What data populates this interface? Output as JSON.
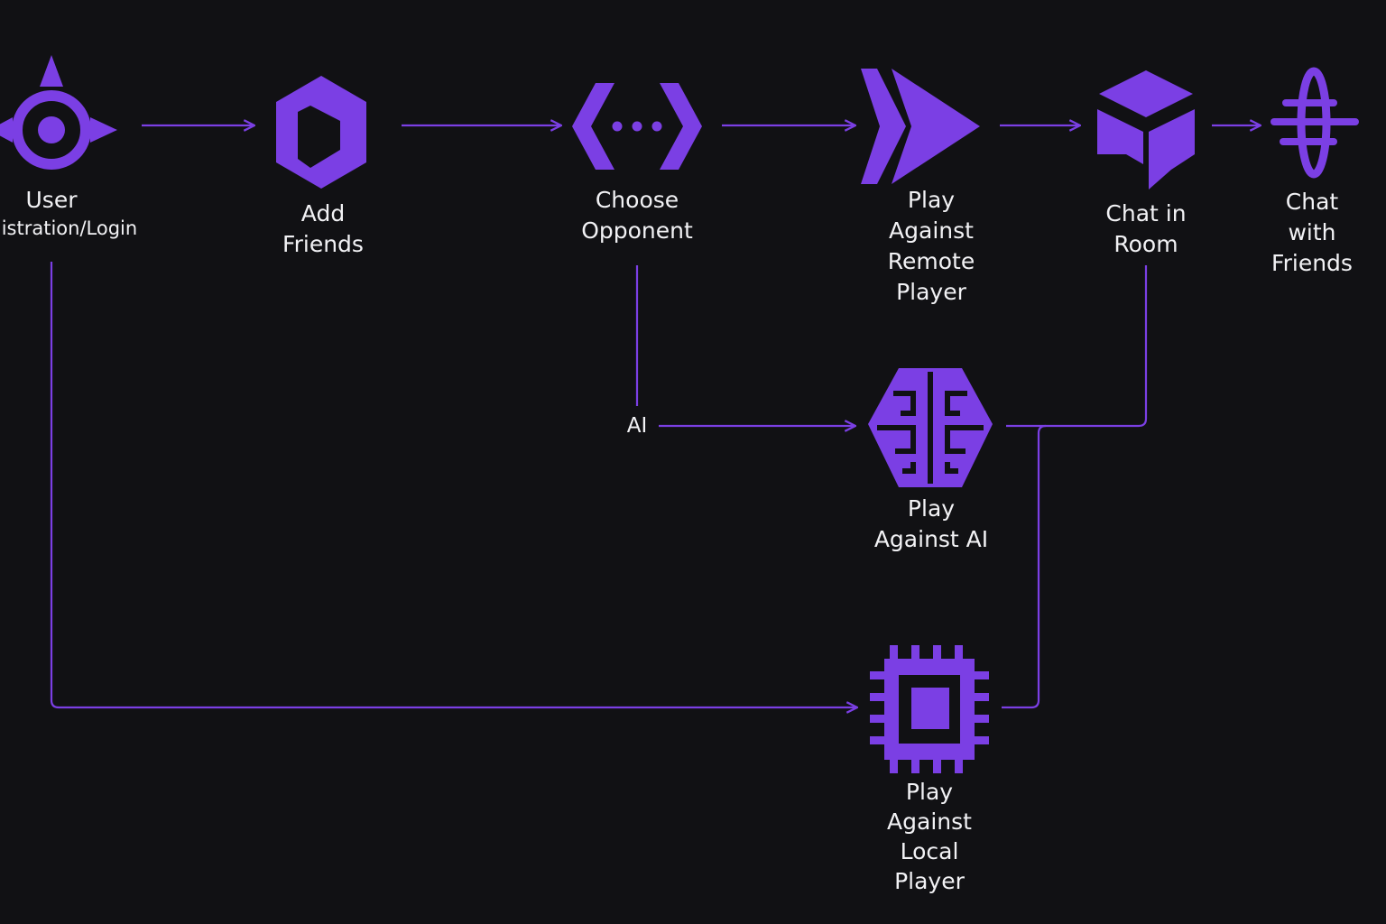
{
  "colors": {
    "background": "#111114",
    "accent": "#7b3fe4",
    "text": "#f2f2f5"
  },
  "nodes": [
    {
      "id": "user",
      "icon": "compass-target-icon",
      "lines": [
        "User",
        "Registration/Login"
      ]
    },
    {
      "id": "add-friends",
      "icon": "hexagon-d-icon",
      "lines": [
        "Add",
        "Friends"
      ]
    },
    {
      "id": "choose-opponent",
      "icon": "code-brackets-icon",
      "lines": [
        "Choose",
        "Opponent"
      ]
    },
    {
      "id": "play-remote",
      "icon": "fast-forward-icon",
      "lines": [
        "Play",
        "Against",
        "Remote",
        "Player"
      ]
    },
    {
      "id": "chat-room",
      "icon": "box-bubble-icon",
      "lines": [
        "Chat in",
        "Room"
      ]
    },
    {
      "id": "chat-friends",
      "icon": "ring-lines-icon",
      "lines": [
        "Chat",
        "with",
        "Friends"
      ]
    },
    {
      "id": "play-ai",
      "icon": "brain-icon",
      "lines": [
        "Play",
        "Against AI"
      ]
    },
    {
      "id": "play-local",
      "icon": "chip-icon",
      "lines": [
        "Play",
        "Against",
        "Local",
        "Player"
      ]
    }
  ],
  "edges": [
    {
      "from": "user",
      "to": "add-friends"
    },
    {
      "from": "add-friends",
      "to": "choose-opponent"
    },
    {
      "from": "choose-opponent",
      "to": "play-remote"
    },
    {
      "from": "play-remote",
      "to": "chat-room"
    },
    {
      "from": "chat-room",
      "to": "chat-friends"
    },
    {
      "from": "choose-opponent",
      "to": "play-ai",
      "label": "AI"
    },
    {
      "from": "user",
      "to": "play-local"
    },
    {
      "from": "play-ai",
      "to": "chat-room"
    },
    {
      "from": "play-local",
      "to": "chat-room"
    }
  ]
}
